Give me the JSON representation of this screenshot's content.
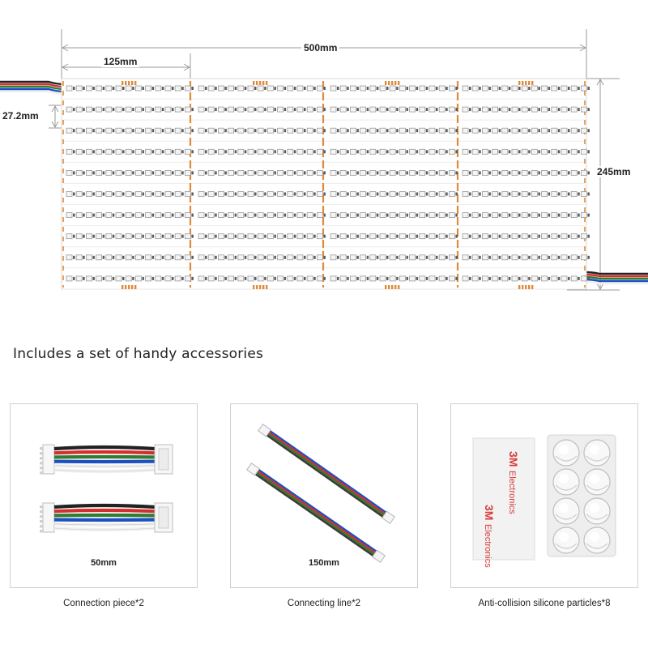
{
  "dimensions": {
    "total_width": "500mm",
    "segment_width": "125mm",
    "strip_pitch": "27.2mm",
    "total_height": "245mm"
  },
  "heading": "Includes a set of handy accessories",
  "accessories": [
    {
      "label": "50mm",
      "caption": "Connection piece*2"
    },
    {
      "label": "150mm",
      "caption": "Connecting line*2"
    },
    {
      "label": "",
      "caption": "Anti-collision silicone particles*8"
    }
  ],
  "tape_brand_text": "3M",
  "tape_text": "Electronics",
  "colors": {
    "copper": "#e08a3a",
    "led_body": "#f4f4f4",
    "led_outline": "#9a9a9a",
    "pcb": "#ffffff",
    "pcb_edge": "#d8d8d8",
    "dim_line": "#9a9a9a",
    "tape_red": "#d93a3a"
  },
  "wire_colors": [
    "#222222",
    "#d32f2f",
    "#2e7d32",
    "#1e4fbf",
    "#f0f0f0"
  ]
}
